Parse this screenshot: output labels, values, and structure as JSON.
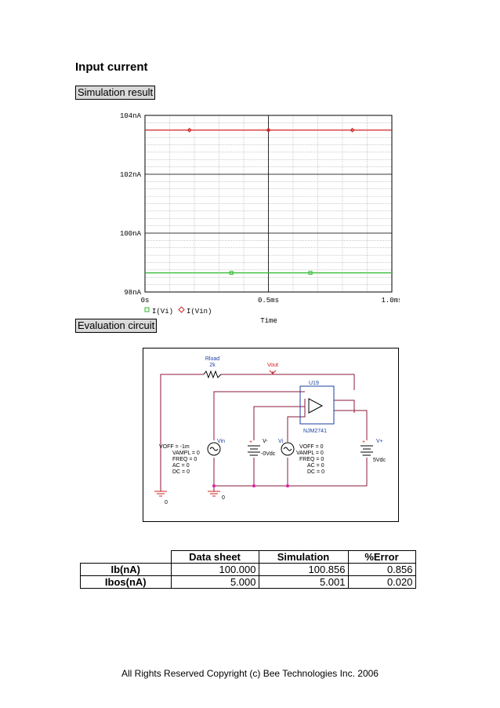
{
  "section_title": "Input current",
  "sim_label": "Simulation result",
  "eval_label": "Evaluation circuit",
  "plot": {
    "y_ticks": [
      "104nA",
      "102nA",
      "100nA",
      "98nA"
    ],
    "x_ticks": [
      "0s",
      "0.5ms",
      "1.0ms"
    ],
    "xlabel": "Time",
    "legend": [
      "I(Vi)",
      "I(Vin)"
    ],
    "colors": {
      "vi": "#2db82d",
      "vin": "#d02020"
    }
  },
  "chart_data": {
    "type": "line",
    "x_unit": "ms",
    "xlim": [
      0,
      1.0
    ],
    "ylim": [
      98,
      104
    ],
    "y_unit": "nA",
    "series": [
      {
        "name": "I(Vi)",
        "x": [
          0,
          0.35,
          0.67,
          1.0
        ],
        "values": [
          98.65,
          98.65,
          98.65,
          98.65
        ]
      },
      {
        "name": "I(Vin)",
        "x": [
          0,
          0.18,
          0.5,
          0.84,
          1.0
        ],
        "values": [
          103.5,
          103.5,
          103.5,
          103.5,
          103.5
        ]
      }
    ],
    "grid": true
  },
  "circuit": {
    "rload": "Rload",
    "rload_val": "2k",
    "vout": "Vout",
    "u19": "U19",
    "njm": "NJM2741",
    "vin": "Vin",
    "vminus": "V-",
    "vi": "Vi",
    "vplus": "V+",
    "vin_params": [
      "VOFF = -1m",
      "VAMPL = 0",
      "FREQ = 0",
      "AC = 0",
      "DC = 0"
    ],
    "vi_params": [
      "VOFF = 0",
      "VAMPL = 0",
      "FREQ = 0",
      "AC = 0",
      "DC = 0"
    ],
    "vminus_val": "-0Vdc",
    "vplus_val": "5Vdc",
    "gnd1": "0",
    "gnd2": "0",
    "plus": "+",
    "minus": "-"
  },
  "table": {
    "headers": [
      "Data sheet",
      "Simulation",
      "%Error"
    ],
    "rows": [
      {
        "label": "Ib(nA)",
        "values": [
          "100.000",
          "100.856",
          "0.856"
        ]
      },
      {
        "label": "Ibos(nA)",
        "values": [
          "5.000",
          "5.001",
          "0.020"
        ]
      }
    ]
  },
  "footer": "All Rights Reserved Copyright (c) Bee Technologies Inc. 2006"
}
